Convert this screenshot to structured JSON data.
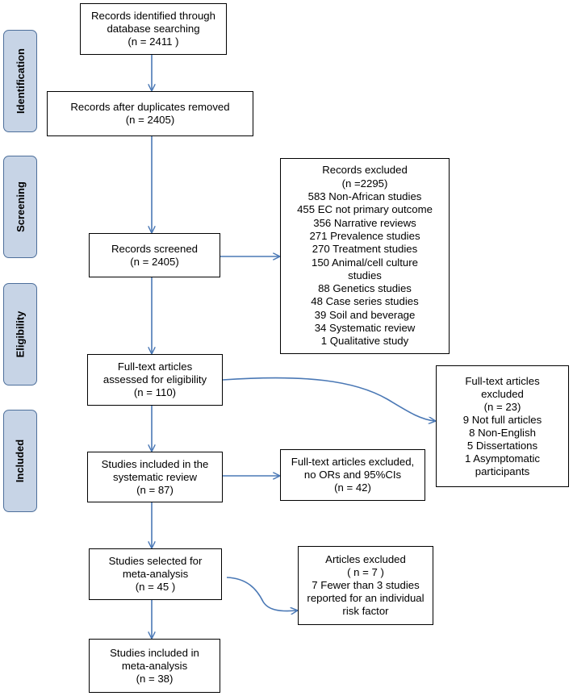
{
  "stages": [
    {
      "id": "identification",
      "label": "Identification"
    },
    {
      "id": "screening",
      "label": "Screening"
    },
    {
      "id": "eligibility",
      "label": "Eligibility"
    },
    {
      "id": "included",
      "label": "Included"
    }
  ],
  "boxes": {
    "identified": {
      "lines": [
        "Records identified through",
        "database searching",
        "(n =  2411 )"
      ]
    },
    "after_duplicates": {
      "lines": [
        "Records after duplicates removed",
        "(n = 2405)"
      ]
    },
    "screened": {
      "lines": [
        "Records screened",
        "(n = 2405)"
      ]
    },
    "records_excluded": {
      "lines": [
        "Records excluded",
        "(n =2295)",
        "583 Non-African studies",
        "455 EC not primary outcome",
        "356 Narrative reviews",
        "271 Prevalence studies",
        "270 Treatment studies",
        "150 Animal/cell culture",
        "studies",
        "88 Genetics studies",
        "48 Case series studies",
        "39 Soil and beverage",
        "34 Systematic review",
        "1 Qualitative study"
      ]
    },
    "fulltext_assessed": {
      "lines": [
        "Full-text articles",
        "assessed for eligibility",
        "(n = 110)"
      ]
    },
    "fulltext_excluded": {
      "lines": [
        "Full-text articles",
        "excluded",
        "(n = 23)",
        "9 Not full articles",
        "8 Non-English",
        "5 Dissertations",
        "1 Asymptomatic",
        "participants"
      ]
    },
    "systematic_review": {
      "lines": [
        "Studies included in the",
        "systematic review",
        "(n = 87)"
      ]
    },
    "no_ors_excluded": {
      "lines": [
        "Full-text articles excluded,",
        "no ORs and 95%CIs",
        "(n =  42)"
      ]
    },
    "selected_meta": {
      "lines": [
        "Studies selected for",
        "meta-analysis",
        "(n =  45 )"
      ]
    },
    "articles_excluded": {
      "lines": [
        "Articles excluded",
        "( n = 7 )",
        "7 Fewer than 3 studies",
        "reported for an individual",
        "risk factor"
      ]
    },
    "included_meta": {
      "lines": [
        "Studies included in",
        "meta-analysis",
        "(n = 38)"
      ]
    }
  },
  "colors": {
    "arrow": "#4a78b5",
    "stage_fill": "#c7d4e6",
    "stage_border": "#4d6f9b"
  }
}
